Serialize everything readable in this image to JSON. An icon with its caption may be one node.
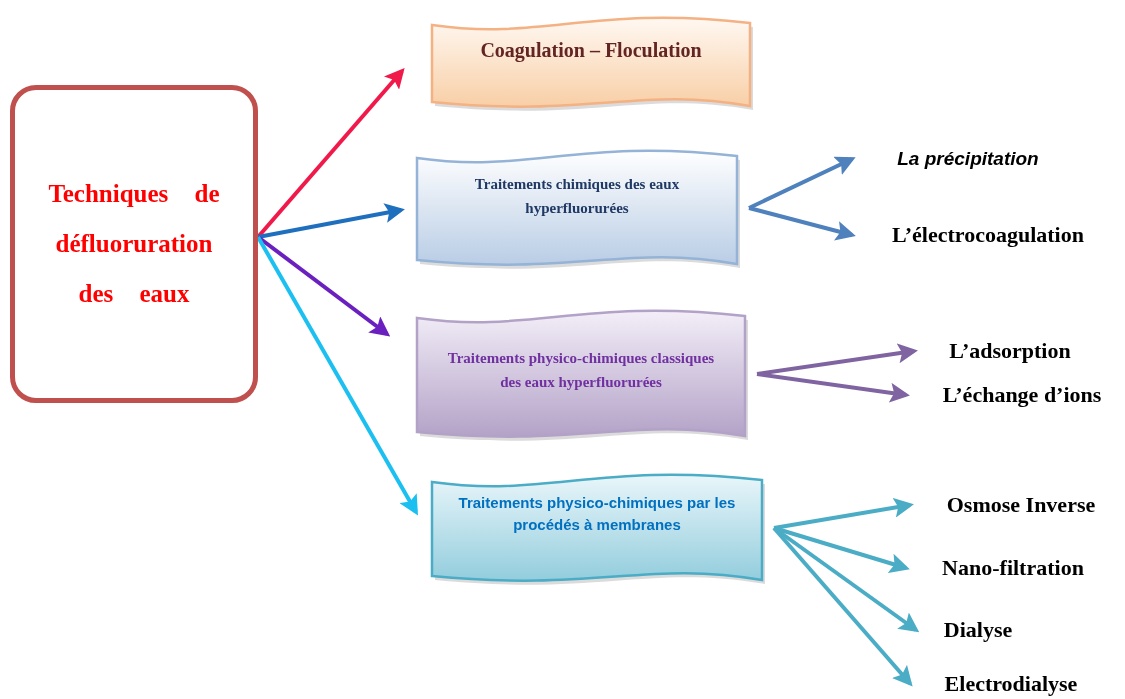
{
  "diagram": {
    "nodes": [
      {
        "text": [
          "Techniques de défluoruration des eaux"
        ]
      },
      {
        "text": [
          "Coagulation – Floculation"
        ]
      },
      {
        "text": [
          "Traitements chimiques des eaux hyperfluorurées"
        ]
      },
      {
        "text": [
          "Traitements physico-chimiques classiques des eaux hyperfluorurées"
        ]
      },
      {
        "text": [
          "Traitements physico-chimiques par les procédés à membranes"
        ]
      },
      {
        "text": [
          "La précipitation"
        ]
      },
      {
        "text": [
          "L’électrocoagulation"
        ]
      },
      {
        "text": [
          "L’adsorption"
        ]
      },
      {
        "text": [
          "L’échange d’ions"
        ]
      },
      {
        "text": [
          "Osmose Inverse"
        ]
      },
      {
        "text": [
          "Nano-filtration"
        ]
      },
      {
        "text": [
          "Dialyse"
        ]
      },
      {
        "text": [
          "Electrodialyse"
        ]
      }
    ],
    "edges": [
      {
        "from": 0,
        "to": 1,
        "arrow": "to",
        "color": "#f0194a"
      },
      {
        "from": 0,
        "to": 2,
        "arrow": "to",
        "color": "#1f6fbf"
      },
      {
        "from": 0,
        "to": 3,
        "arrow": "to",
        "color": "#6a1fbf"
      },
      {
        "from": 0,
        "to": 4,
        "arrow": "to",
        "color": "#1cc0f0"
      },
      {
        "from": 2,
        "to": 5,
        "arrow": "to",
        "color": "#4f81bd"
      },
      {
        "from": 2,
        "to": 6,
        "arrow": "to",
        "color": "#4f81bd"
      },
      {
        "from": 3,
        "to": 7,
        "arrow": "to",
        "color": "#8064a2"
      },
      {
        "from": 3,
        "to": 8,
        "arrow": "to",
        "color": "#8064a2"
      },
      {
        "from": 4,
        "to": 9,
        "arrow": "to",
        "color": "#4bacc6"
      },
      {
        "from": 4,
        "to": 10,
        "arrow": "to",
        "color": "#4bacc6"
      },
      {
        "from": 4,
        "to": 11,
        "arrow": "to",
        "color": "#4bacc6"
      },
      {
        "from": 4,
        "to": 12,
        "arrow": "to",
        "color": "#4bacc6"
      }
    ]
  }
}
